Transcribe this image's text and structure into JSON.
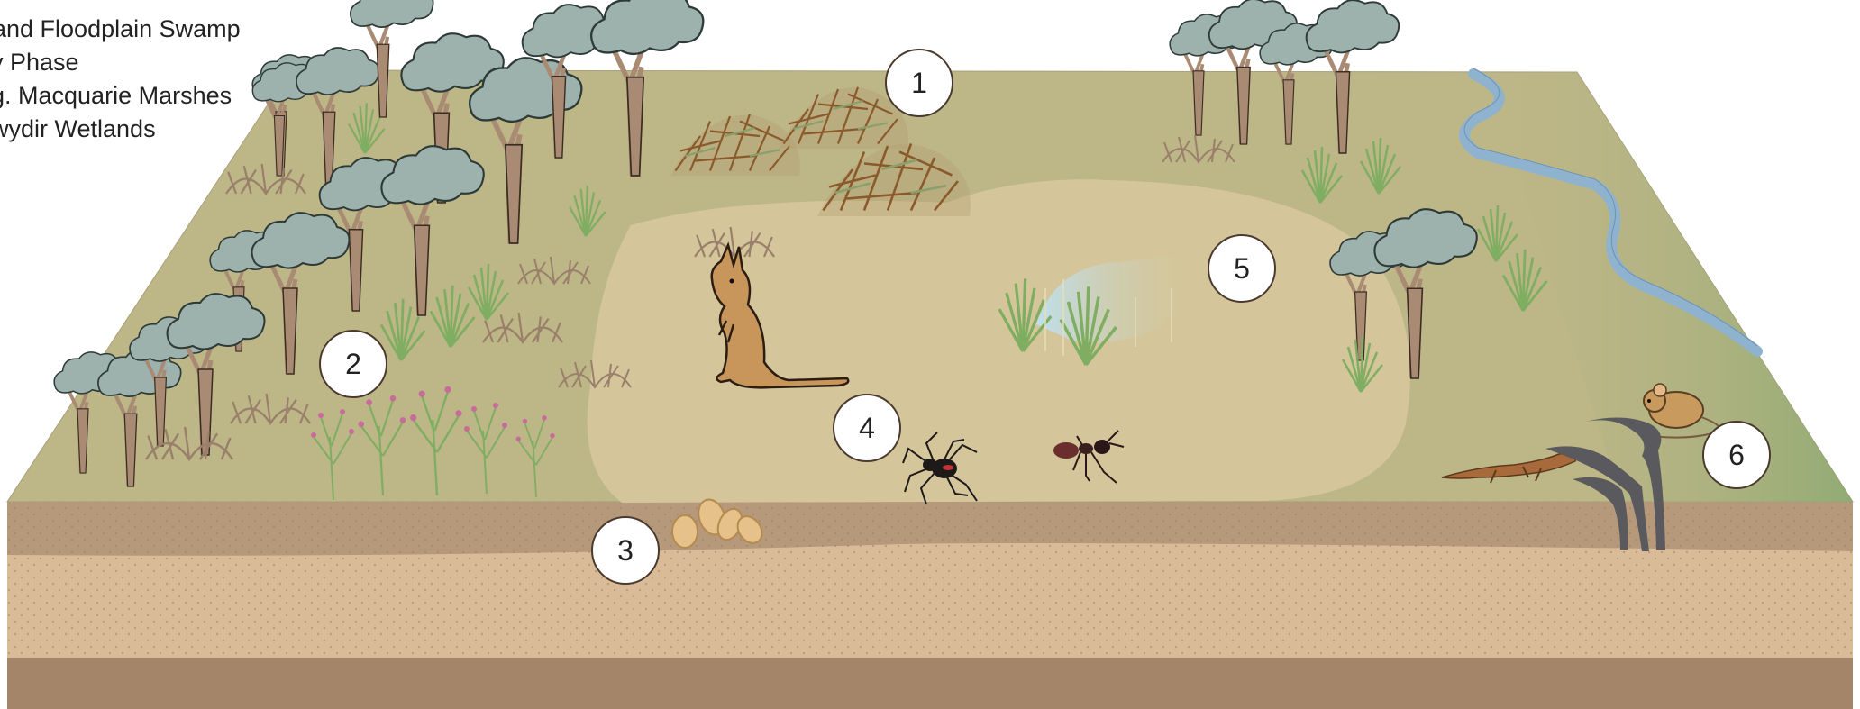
{
  "caption": {
    "lines": [
      "and Floodplain Swamp",
      "y Phase",
      "g. Macquarie Marshes",
      "wydir Wetlands"
    ]
  },
  "markers": [
    "1",
    "2",
    "3",
    "4",
    "5",
    "6"
  ],
  "colors": {
    "surface": "#bdb687",
    "clearing": "#d4c69a",
    "topsoil": "#b6987b",
    "subsoil": "#d9bc97",
    "bedrock": "#a5856a",
    "river": "#8fb3cf",
    "canopy": "#9db2ad",
    "trunk": "#a98b73"
  },
  "icons": [
    "tree-icon",
    "shrub-icon",
    "grass-icon",
    "kangaroo-icon",
    "spider-icon",
    "ant-icon",
    "seed-icon",
    "lizard-icon",
    "mouse-icon",
    "crack-icon",
    "pond-icon",
    "river-icon"
  ]
}
